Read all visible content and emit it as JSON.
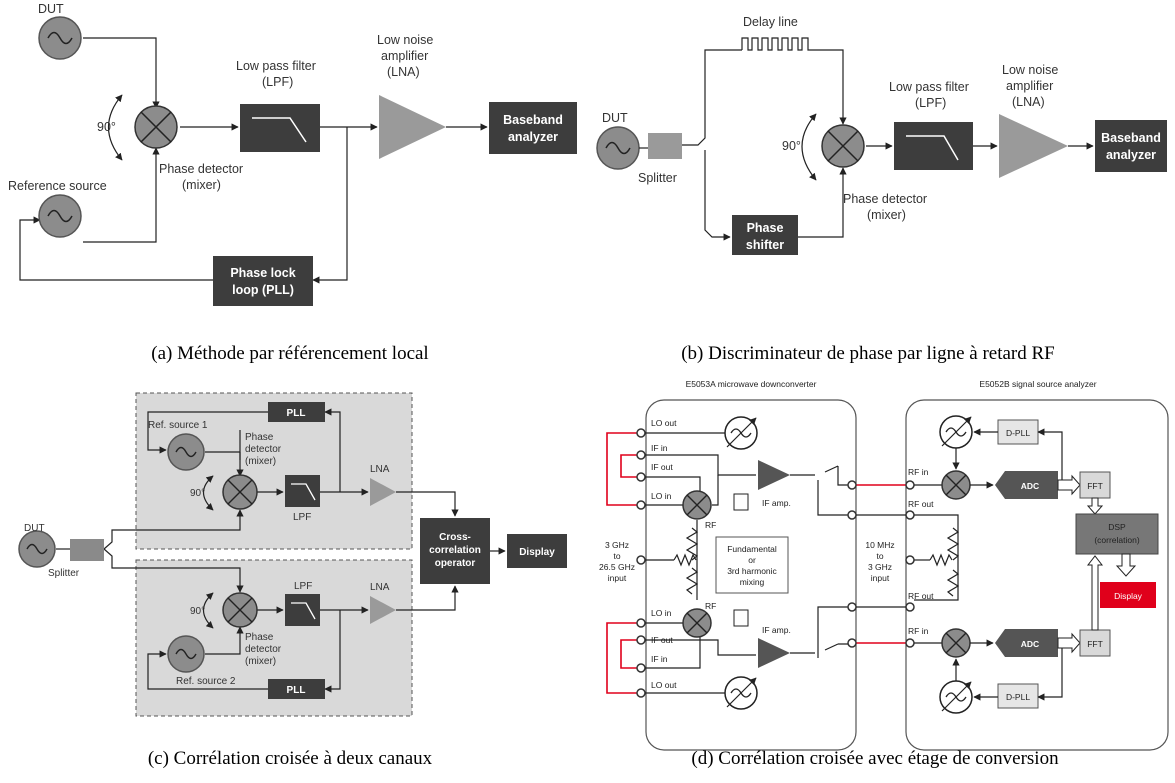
{
  "captions": {
    "a": "(a) Méthode par référencement local",
    "b": "(b) Discriminateur de phase par ligne à retard RF",
    "c": "(c) Corrélation croisée à deux canaux",
    "d": "(d) Corrélation croisée avec étage de conversion"
  },
  "diagram_a": {
    "dut": "DUT",
    "angle": "90°",
    "lpf_line1": "Low pass filter",
    "lpf_line2": "(LPF)",
    "lna_line1": "Low noise",
    "lna_line2": "amplifier",
    "lna_line3": "(LNA)",
    "baseband_line1": "Baseband",
    "baseband_line2": "analyzer",
    "phase_detector_line1": "Phase detector",
    "phase_detector_line2": "(mixer)",
    "reference_source": "Reference source",
    "pll_line1": "Phase lock",
    "pll_line2": "loop (PLL)"
  },
  "diagram_b": {
    "delay_line": "Delay line",
    "dut": "DUT",
    "splitter": "Splitter",
    "angle": "90°",
    "lpf_line1": "Low pass filter",
    "lpf_line2": "(LPF)",
    "lna_line1": "Low noise",
    "lna_line2": "amplifier",
    "lna_line3": "(LNA)",
    "baseband_line1": "Baseband",
    "baseband_line2": "analyzer",
    "phase_detector_line1": "Phase detector",
    "phase_detector_line2": "(mixer)",
    "shifter_line1": "Phase",
    "shifter_line2": "shifter"
  },
  "diagram_c": {
    "pll": "PLL",
    "ref1": "Ref. source 1",
    "ref2": "Ref. source 2",
    "phase1": "Phase",
    "phase2": "detector",
    "phase3": "(mixer)",
    "angle": "90°",
    "lpf": "LPF",
    "lna": "LNA",
    "dut": "DUT",
    "splitter": "Splitter",
    "cc1": "Cross-",
    "cc2": "correlation",
    "cc3": "operator",
    "display": "Display"
  },
  "diagram_d": {
    "title_left": "E5053A microwave downconverter",
    "title_right": "E5052B signal source analyzer",
    "lo_out": "LO out",
    "if_in": "IF in",
    "if_out": "IF out",
    "lo_in": "LO in",
    "rf": "RF",
    "if_amp": "IF amp.",
    "input_left_1": "3 GHz",
    "input_left_2": "to",
    "input_left_3": "26.5 GHz",
    "input_left_4": "input",
    "mixing_1": "Fundamental",
    "mixing_2": "or",
    "mixing_3": "3rd harmonic",
    "mixing_4": "mixing",
    "input_right_1": "10 MHz",
    "input_right_2": "to",
    "input_right_3": "3 GHz",
    "input_right_4": "input",
    "rf_in": "RF in",
    "rf_out": "RF out",
    "dpll": "D-PLL",
    "adc": "ADC",
    "fft": "FFT",
    "dsp1": "DSP",
    "dsp2": "(correlation)",
    "display": "Display",
    "highlight_color": "#e0001b"
  }
}
